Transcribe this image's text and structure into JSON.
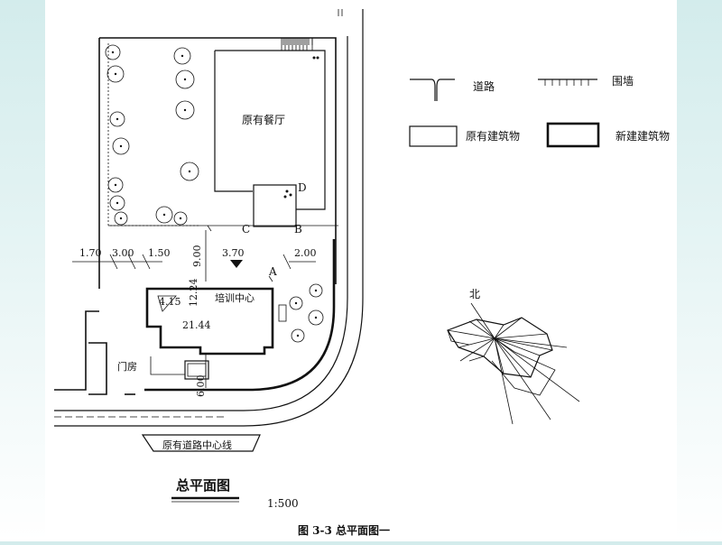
{
  "legend": {
    "road": "道路",
    "wall": "围墙",
    "existing_building": "原有建筑物",
    "new_building": "新建建筑物"
  },
  "plan": {
    "restaurant": "原有餐厅",
    "training_center": "培训中心",
    "gatehouse": "门房",
    "road_centerline": "原有道路中心线",
    "north": "北",
    "points": {
      "a": "A",
      "b": "B",
      "c": "C",
      "d": "D"
    },
    "dims": {
      "d1_70": "1.70",
      "d3_00": "3.00",
      "d1_50": "1.50",
      "d3_70": "3.70",
      "d2_00": "2.00",
      "d9_00": "9.00",
      "d4_15": "4.15",
      "d12_24": "12.24",
      "d21_44": "21.44",
      "d6_00": "6.00"
    }
  },
  "title": "总平面图",
  "scale": "1:500",
  "caption": "图 3-3   总平面图一"
}
